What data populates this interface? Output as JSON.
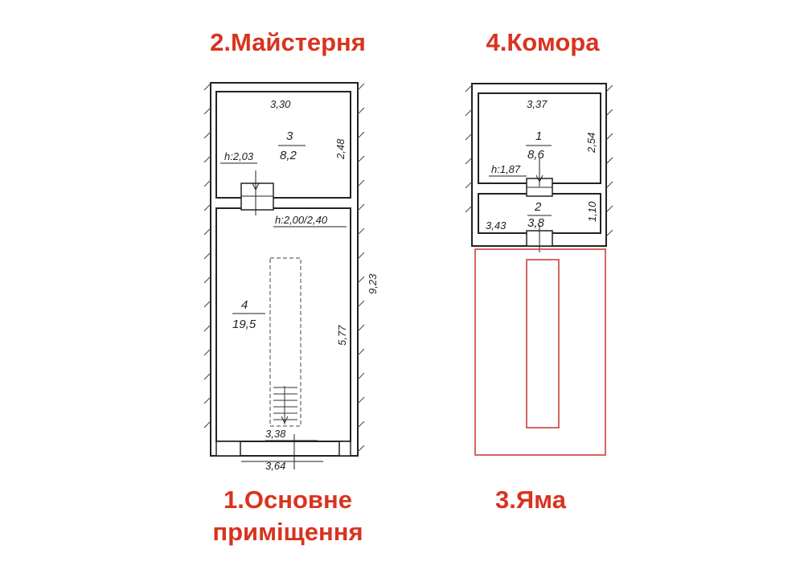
{
  "labels": {
    "workshop": "2.Майстерня",
    "pantry": "4.Комора",
    "main_room_line1": "1.Основне",
    "main_room_line2": "приміщення",
    "pit": "3.Яма"
  },
  "left_plan": {
    "room3": {
      "number": "3",
      "area": "8,2",
      "width": "3,30",
      "depth": "2,48"
    },
    "room4": {
      "number": "4",
      "area": "19,5",
      "depth": "5,77",
      "height": "h:2,00/2,40"
    },
    "door_height": "h:2,03",
    "inner_width": "3,38",
    "outer_width": "3,64",
    "total_length": "9,23"
  },
  "right_plan": {
    "room1": {
      "number": "1",
      "area": "8,6",
      "width": "3,37",
      "depth": "2,54"
    },
    "room2": {
      "number": "2",
      "area": "3,8",
      "width": "3,43",
      "depth": "1,10"
    },
    "door_height": "h:1,87"
  },
  "colors": {
    "label_red": "#d8331f",
    "line": "#222222",
    "pit_outline": "#c8352a",
    "background": "#ffffff"
  }
}
